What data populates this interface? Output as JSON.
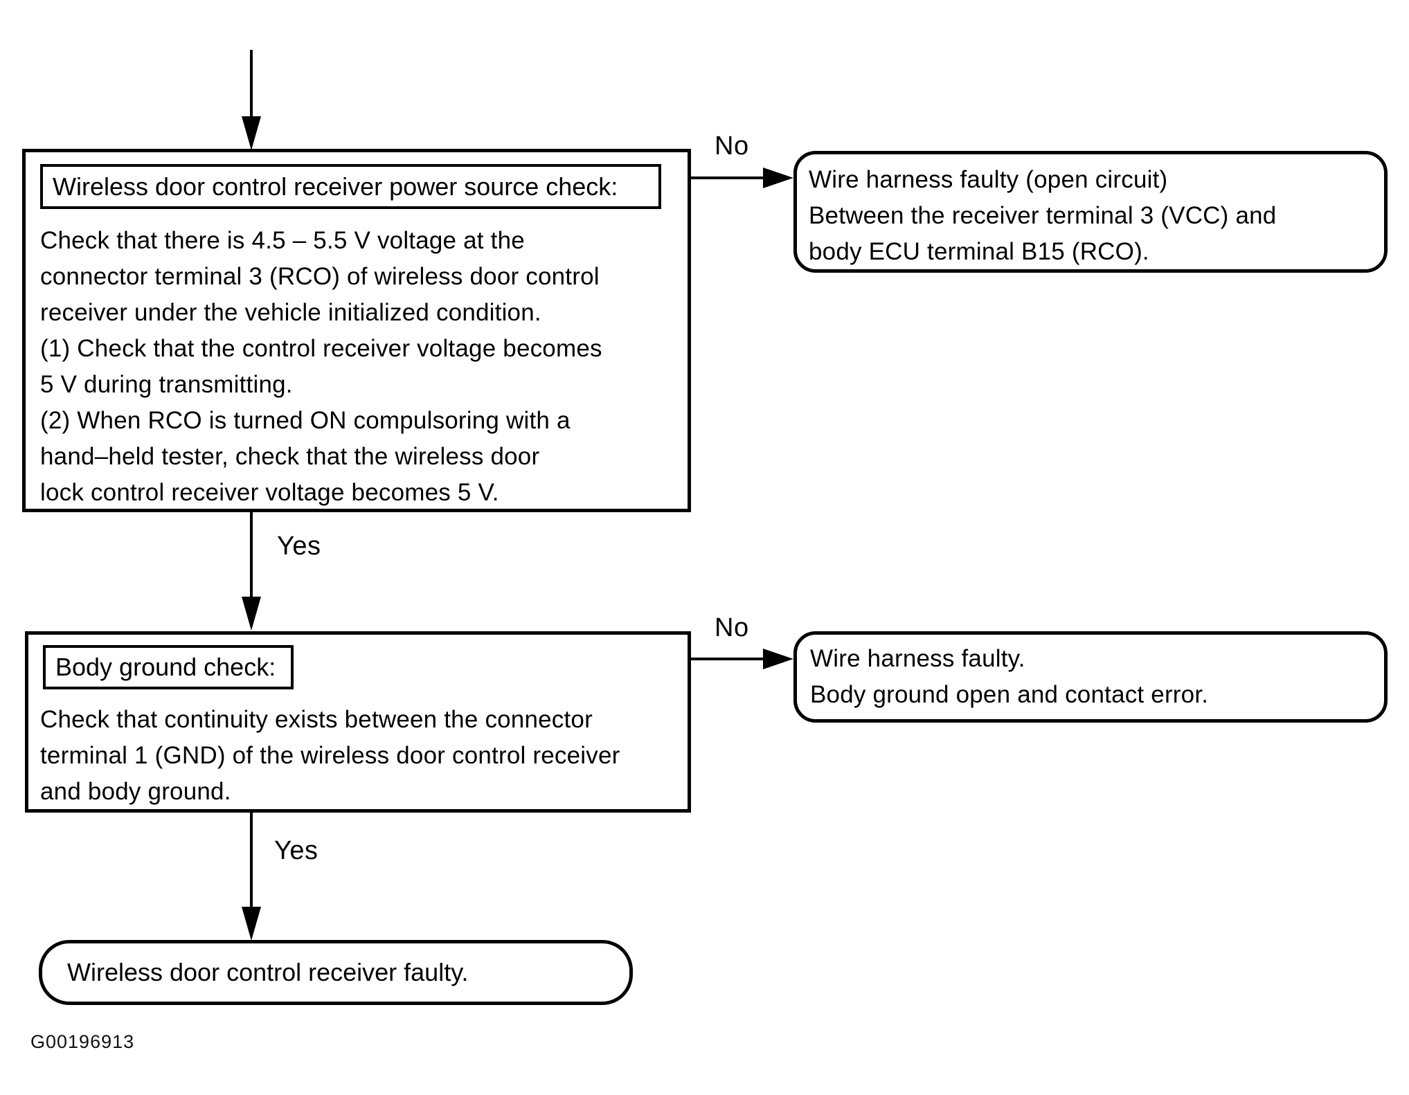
{
  "figure": {
    "code": "G00196913",
    "ink_color": "#000000",
    "background_color": "#ffffff"
  },
  "flowchart": {
    "steps": [
      {
        "id": "power-source-check",
        "title": "Wireless door control receiver power source check:",
        "body": "Check that there is 4.5 – 5.5 V voltage at the\nconnector terminal 3 (RCO) of wireless door control\nreceiver under the vehicle initialized condition.\n(1) Check that the control receiver voltage becomes\n5 V during transmitting.\n(2) When RCO is turned ON compulsoring with a\nhand–held tester, check that the wireless door\nlock control receiver voltage becomes 5 V."
      },
      {
        "id": "body-ground-check",
        "title": "Body ground check:",
        "body": "Check that continuity exists between the connector\nterminal 1 (GND) of the wireless door control receiver\nand body ground."
      }
    ],
    "no_results": [
      {
        "id": "wire-harness-open-circuit",
        "text": "Wire harness faulty (open circuit)\nBetween the receiver terminal 3 (VCC) and\nbody ECU terminal B15 (RCO)."
      },
      {
        "id": "body-ground-open",
        "text": "Wire harness faulty.\nBody ground open and contact error."
      }
    ],
    "terminal": {
      "id": "receiver-faulty",
      "text": "Wireless door control receiver faulty."
    },
    "edge_labels": {
      "no_1": "No",
      "yes_1": "Yes",
      "no_2": "No",
      "yes_2": "Yes"
    }
  }
}
